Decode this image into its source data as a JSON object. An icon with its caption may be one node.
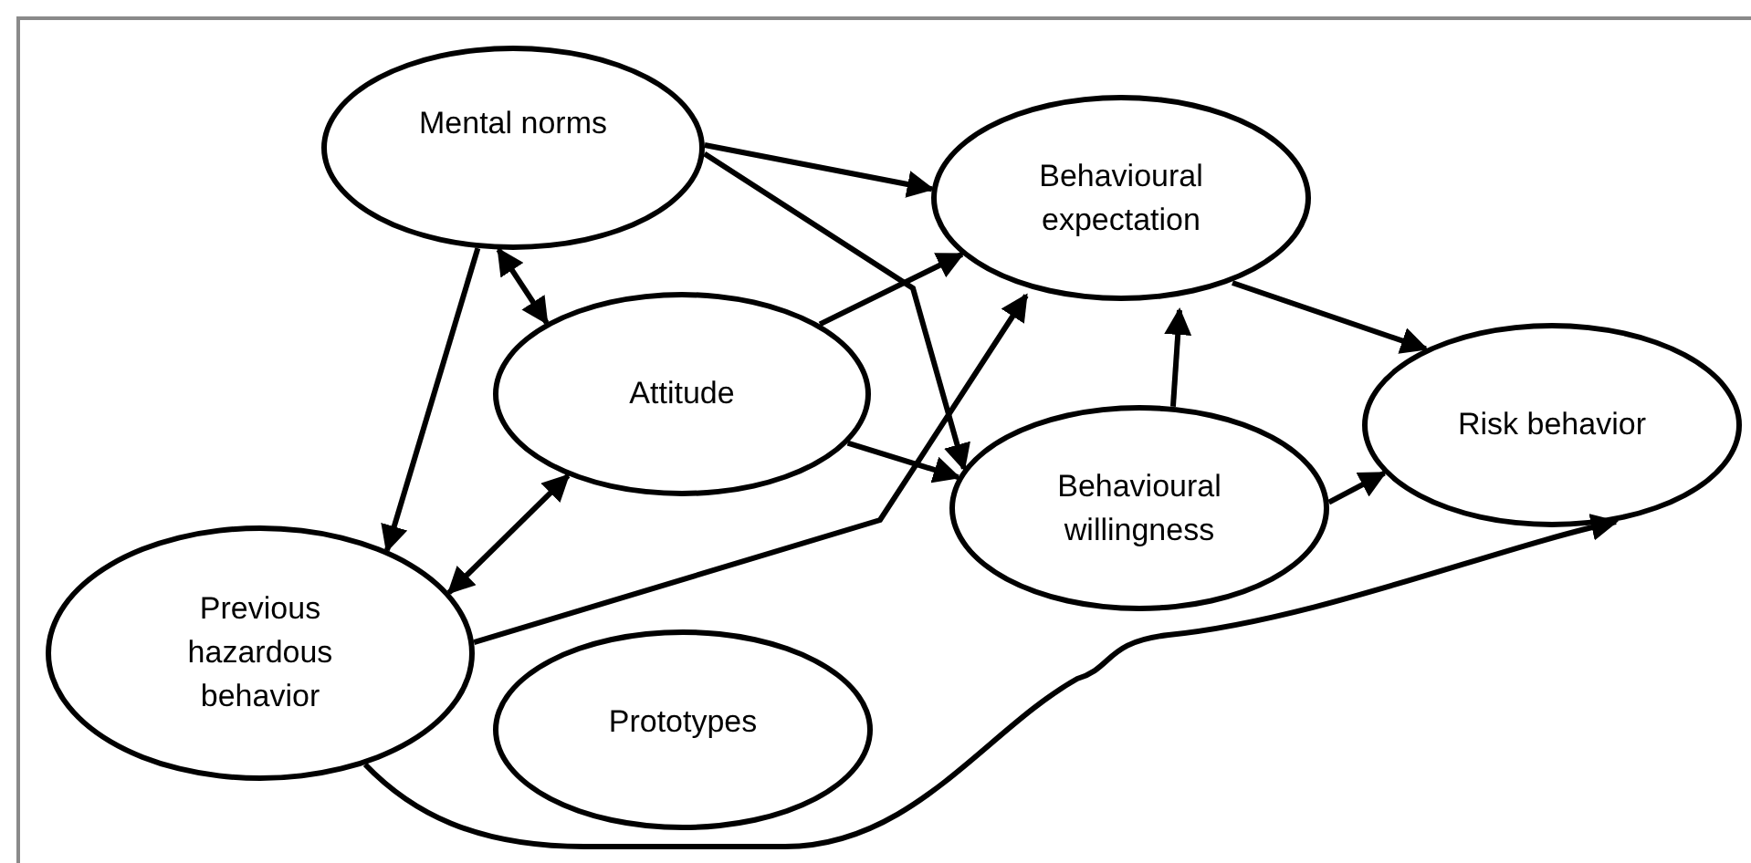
{
  "diagram": {
    "nodes": [
      {
        "text": [
          "Mental norms"
        ]
      },
      {
        "text": [
          "Behavioural expectation"
        ]
      },
      {
        "text": [
          "Attitude"
        ]
      },
      {
        "text": [
          "Risk behavior"
        ]
      },
      {
        "text": [
          "Behavioural willingness"
        ]
      },
      {
        "text": [
          "Previous hazardous behavior"
        ]
      },
      {
        "text": [
          "Prototypes"
        ]
      }
    ],
    "edges": [
      {
        "from": 0,
        "to": 1,
        "arrow": "to"
      },
      {
        "from": 0,
        "to": 4,
        "arrow": "to"
      },
      {
        "from": 0,
        "to": 2,
        "arrow": "both"
      },
      {
        "from": 0,
        "to": 5,
        "arrow": "to"
      },
      {
        "from": 2,
        "to": 5,
        "arrow": "both"
      },
      {
        "from": 2,
        "to": 1,
        "arrow": "to"
      },
      {
        "from": 5,
        "to": 1,
        "arrow": "to"
      },
      {
        "from": 2,
        "to": 4,
        "arrow": "to"
      },
      {
        "from": 4,
        "to": 1,
        "arrow": "to"
      },
      {
        "from": 1,
        "to": 3,
        "arrow": "to"
      },
      {
        "from": 4,
        "to": 3,
        "arrow": "to"
      },
      {
        "from": 5,
        "to": 3,
        "arrow": "to"
      }
    ]
  }
}
